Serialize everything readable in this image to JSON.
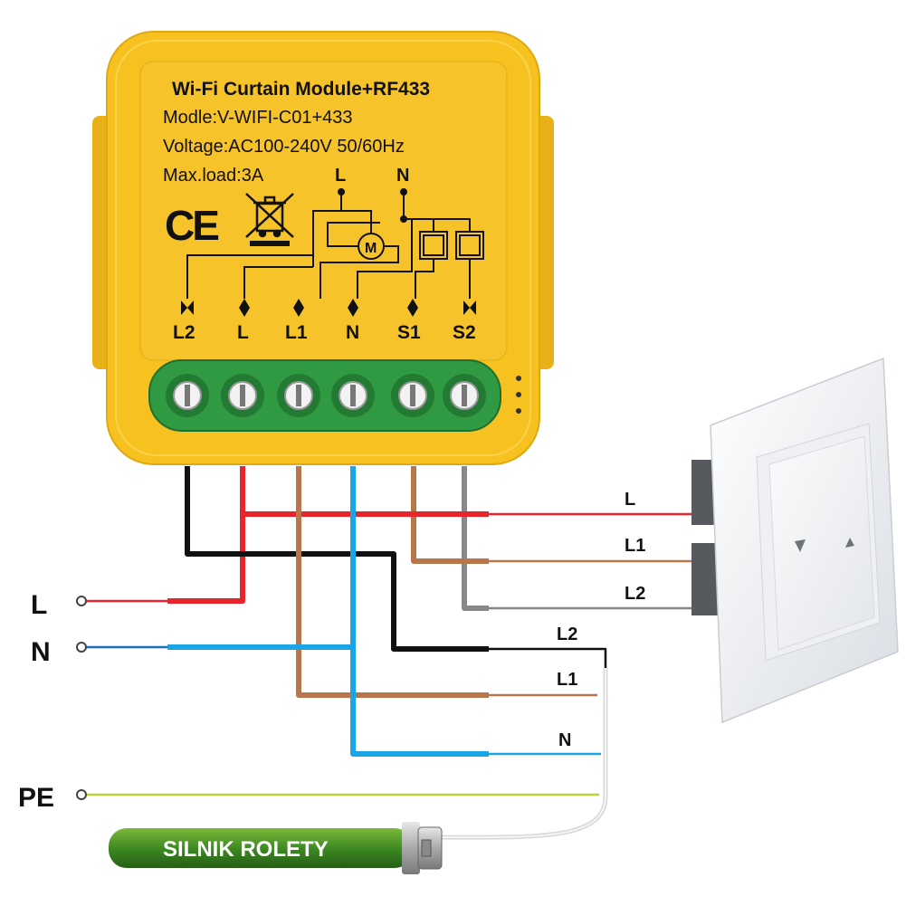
{
  "module": {
    "title": "Wi-Fi Curtain Module+RF433",
    "model": "Modle:V-WIFI-C01+433",
    "voltage": "Voltage:AC100-240V 50/60Hz",
    "max_load": "Max.load:3A",
    "ce_mark": "CE",
    "weee_icon": "crossed-bin-icon",
    "motor_symbol": "M",
    "schematic_top_labels": [
      "L",
      "N"
    ],
    "terminal_labels": [
      "L2",
      "L",
      "L1",
      "N",
      "S1",
      "S2"
    ],
    "body_color": "#f7c21f",
    "terminal_color": "#2f9a41"
  },
  "mains": {
    "labels": [
      "L",
      "N",
      "PE"
    ]
  },
  "switch_labels": [
    "L",
    "L1",
    "L2"
  ],
  "motor_labels": [
    "L2",
    "L1",
    "N"
  ],
  "motor_name": "SILNIK ROLETY",
  "wire_colors": {
    "live": "#e8242c",
    "neutral": "#1aa6e6",
    "brown": "#b8764a",
    "black": "#111111",
    "grey": "#888888",
    "pe": "#b9d531",
    "motor_cable": "#d8d8d8"
  }
}
